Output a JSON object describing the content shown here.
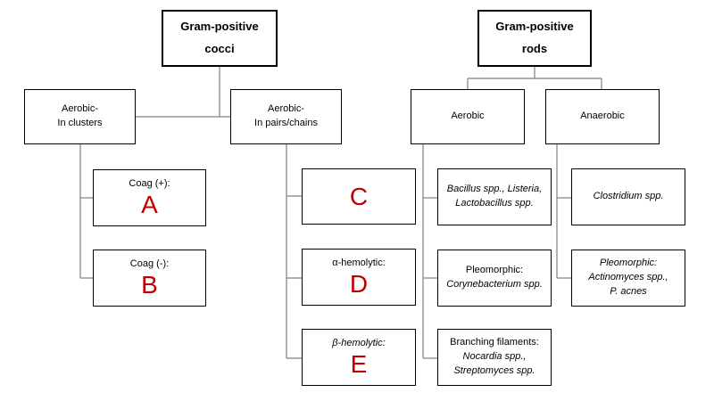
{
  "colors": {
    "line": "#7f7f7f",
    "border": "#000000",
    "letter": "#c00000"
  },
  "cocci": {
    "title_line1": "Gram-positive",
    "title_line2": "cocci",
    "clusters": {
      "line1": "Aerobic-",
      "line2": "In clusters",
      "coag_pos": {
        "label": "Coag (+):",
        "letter": "A"
      },
      "coag_neg": {
        "label": "Coag (-):",
        "letter": "B"
      }
    },
    "pairs": {
      "line1": "Aerobic-",
      "line2": "In pairs/chains",
      "c": {
        "letter": "C"
      },
      "alpha": {
        "label": "α-hemolytic:",
        "letter": "D"
      },
      "beta": {
        "label": "β-hemolytic:",
        "letter": "E"
      }
    }
  },
  "rods": {
    "title_line1": "Gram-positive",
    "title_line2": "rods",
    "aerobic": {
      "label": "Aerobic",
      "bacillus": {
        "line1": "Bacillus spp., Listeria,",
        "line2": "Lactobacillus spp."
      },
      "pleomorphic": {
        "line1": "Pleomorphic:",
        "line2": "Corynebacterium spp."
      },
      "branching": {
        "line1": "Branching filaments:",
        "line2": "Nocardia spp.,",
        "line3": "Streptomyces spp."
      }
    },
    "anaerobic": {
      "label": "Anaerobic",
      "clostridium": {
        "line1": "Clostridium spp."
      },
      "pleomorphic": {
        "line1": "Pleomorphic:",
        "line2": "Actinomyces spp.,",
        "line3": "P. acnes"
      }
    }
  }
}
